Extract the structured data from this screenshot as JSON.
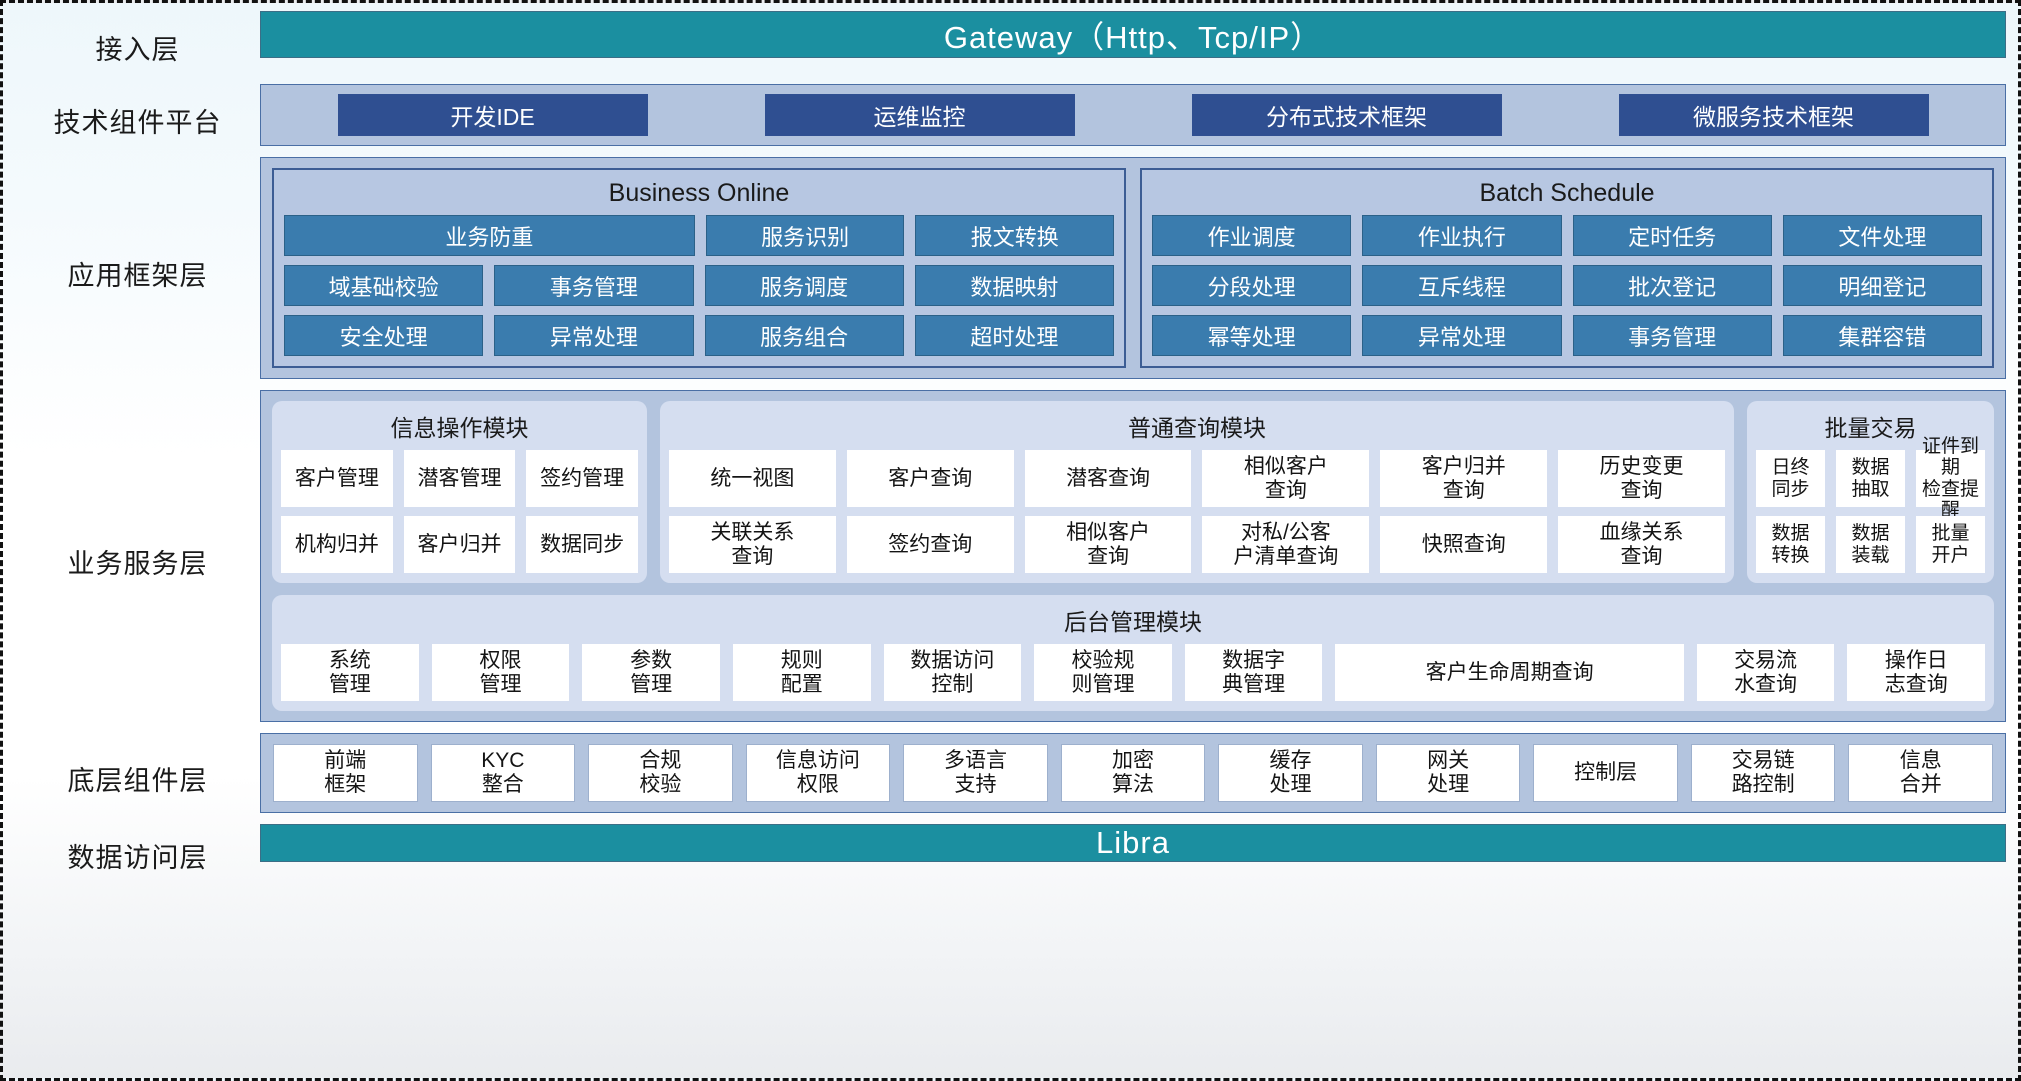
{
  "layers": {
    "access": "接入层",
    "tech": "技术组件平台",
    "appframe": "应用框架层",
    "service": "业务服务层",
    "component": "底层组件层",
    "data": "数据访问层"
  },
  "gateway": {
    "label": "Gateway（Http、Tcp/IP）"
  },
  "libra": {
    "label": "Libra"
  },
  "tech_platform": {
    "items": [
      "开发IDE",
      "运维监控",
      "分布式技术框架",
      "微服务技术框架"
    ]
  },
  "app_framework": {
    "panels": [
      {
        "title": "Business Online",
        "rows": [
          [
            "业务防重",
            "服务识别",
            "报文转换"
          ],
          [
            "域基础校验",
            "事务管理",
            "服务调度",
            "数据映射"
          ],
          [
            "安全处理",
            "异常处理",
            "服务组合",
            "超时处理"
          ]
        ]
      },
      {
        "title": "Batch Schedule",
        "rows": [
          [
            "作业调度",
            "作业执行",
            "定时任务",
            "文件处理"
          ],
          [
            "分段处理",
            "互斥线程",
            "批次登记",
            "明细登记"
          ],
          [
            "幂等处理",
            "异常处理",
            "事务管理",
            "集群容错"
          ]
        ]
      }
    ]
  },
  "business_service": {
    "modules": [
      {
        "title": "信息操作模块",
        "rows": [
          [
            "客户管理",
            "潜客管理",
            "签约管理"
          ],
          [
            "机构归并",
            "客户归并",
            "数据同步"
          ]
        ]
      },
      {
        "title": "普通查询模块",
        "rows": [
          [
            "统一视图",
            "客户查询",
            "潜客查询",
            "相似客户\n查询",
            "客户归并\n查询",
            "历史变更\n查询"
          ],
          [
            "关联关系\n查询",
            "签约查询",
            "相似客户\n查询",
            "对私/公客\n户清单查询",
            "快照查询",
            "血缘关系\n查询"
          ]
        ]
      },
      {
        "title": "批量交易",
        "rows": [
          [
            "日终\n同步",
            "数据\n抽取",
            "证件到期\n检查提醒"
          ],
          [
            "数据\n转换",
            "数据\n装载",
            "批量\n开户"
          ]
        ]
      }
    ],
    "admin_module": {
      "title": "后台管理模块",
      "cells": [
        "系统\n管理",
        "权限\n管理",
        "参数\n管理",
        "规则\n配置",
        "数据访问\n控制",
        "校验规\n则管理",
        "数据字\n典管理",
        "客户生命周期查询",
        "交易流\n水查询",
        "操作日\n志查询"
      ]
    }
  },
  "bottom_components": {
    "items": [
      "前端\n框架",
      "KYC\n整合",
      "合规\n校验",
      "信息访问\n权限",
      "多语言\n支持",
      "加密\n算法",
      "缓存\n处理",
      "网关\n处理",
      "控制层",
      "交易链\n路控制",
      "信息\n合并"
    ]
  },
  "colors": {
    "teal": "#1b8fa0",
    "band": "#b3c4de",
    "dark_blue": "#2f4f91",
    "cell_blue": "#3a7cae",
    "panel": "#b7c7e2",
    "module": "#d5def0"
  }
}
